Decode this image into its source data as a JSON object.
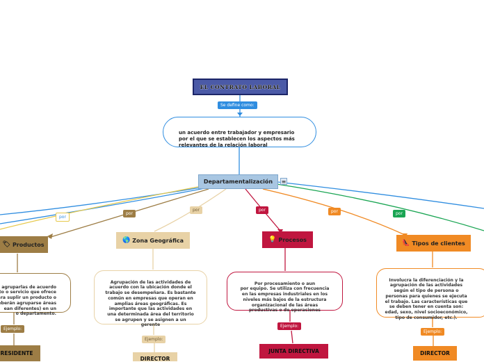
{
  "title": "EL CONTRATO LABORAL",
  "definition_label": "Se define como:",
  "definition": "un acuerdo entre trabajador y empresario\npor el que se establecen los aspectos más\nrelevantes de la relación laboral",
  "main_topic": "Departamentalización",
  "note_icon": "≡",
  "branches": [
    {
      "connector": "por",
      "title": "Productos",
      "icon_name": "tag-icon",
      "icon": "🏷",
      "description": "agruparlas de acuerdo\nto o servicio que ofrece\nara suplir un producto o\neberán agruparse áreas\nean diferentes) en un\no departamento.",
      "example_label": "Ejemplo:",
      "example": "RESIDENTE",
      "color": "#9d7d45"
    },
    {
      "connector": "por",
      "title": "Zona Geográfica",
      "icon_name": "globe-icon",
      "icon": "🌎",
      "description": "Agrupación de las actividades de\nacuerdo con la ubicación donde el\ntrabajo se desempeñara. Es bastante\ncomún en empresas que operan en\namplias áreas geográficas. Es\nimportante que las actividades en\nuna determinada área del territorio\nse agrupen y se asignen a un\ngerente",
      "example_label": "Ejemplo:",
      "example": "DIRECTOR",
      "color": "#e8d2a6"
    },
    {
      "connector": "por",
      "title": "Procesos",
      "icon_name": "bulb-icon",
      "icon": "💡",
      "description": "Por procesamiento o aun\npor equipo. Se utiliza con frecuencia\nen las empresas industriales en los\nniveles más bajos de la estructura\norganizacional de las áreas\nproductivas o de operaciones",
      "example_label": "Ejemplo:",
      "example": "JUNTA DIRECTIVA",
      "color": "#c0163f"
    },
    {
      "connector": "por",
      "title": "Tipos de clientes",
      "icon_name": "shoe-icon",
      "icon": "👠",
      "description": "Involucra la diferenciación y la\nagrupación de las actividades\nsegún el tipo de persona o\npersonas para quienes se ejecuta\nel trabajo. Las características que\nse deben tener en cuenta son:\nedad, sexo, nivel socioeconómico,\ntipo de consumidor, etc.).",
      "example_label": "Ejemplo:",
      "example": "DIRECTOR",
      "color": "#f08a24"
    }
  ],
  "offscreen_connectors": [
    {
      "connector": "por",
      "color": "#2f8de0"
    },
    {
      "connector": "por",
      "color": "#1aa553"
    }
  ],
  "colors": {
    "title_fill": "#4b5aa7",
    "definition_border": "#2f8de0",
    "main_fill": "#a8c6e2"
  }
}
